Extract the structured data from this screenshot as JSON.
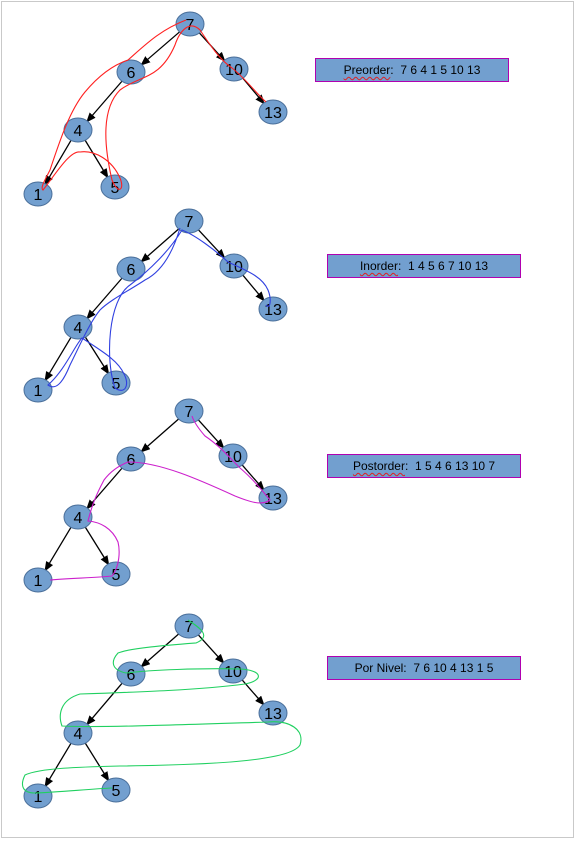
{
  "diagrams": [
    {
      "id": "preorder",
      "name": "Preorder",
      "sequence": "7 6 4 1 5 10 13",
      "trace_color": "#ff2020",
      "nodes": {
        "n7": "7",
        "n6": "6",
        "n10": "10",
        "n4": "4",
        "n13": "13",
        "n1": "1",
        "n5": "5"
      }
    },
    {
      "id": "inorder",
      "name": "Inorder",
      "sequence": "1 4 5 6 7 10 13",
      "trace_color": "#3040e0",
      "nodes": {
        "n7": "7",
        "n6": "6",
        "n10": "10",
        "n4": "4",
        "n13": "13",
        "n1": "1",
        "n5": "5"
      }
    },
    {
      "id": "postorder",
      "name": "Postorder",
      "sequence": "1 5 4 6 13 10 7",
      "trace_color": "#cc20cc",
      "nodes": {
        "n7": "7",
        "n6": "6",
        "n10": "10",
        "n4": "4",
        "n13": "13",
        "n1": "1",
        "n5": "5"
      }
    },
    {
      "id": "por-nivel",
      "name": "Por Nivel",
      "sequence": "7 6 10 4 13 1 5",
      "trace_color": "#20d060",
      "nodes": {
        "n7": "7",
        "n6": "6",
        "n10": "10",
        "n4": "4",
        "n13": "13",
        "n1": "1",
        "n5": "5"
      }
    }
  ],
  "colors": {
    "node_fill": "#729fcf",
    "node_stroke": "#4a6f9a",
    "box_border": "#b000b0"
  }
}
